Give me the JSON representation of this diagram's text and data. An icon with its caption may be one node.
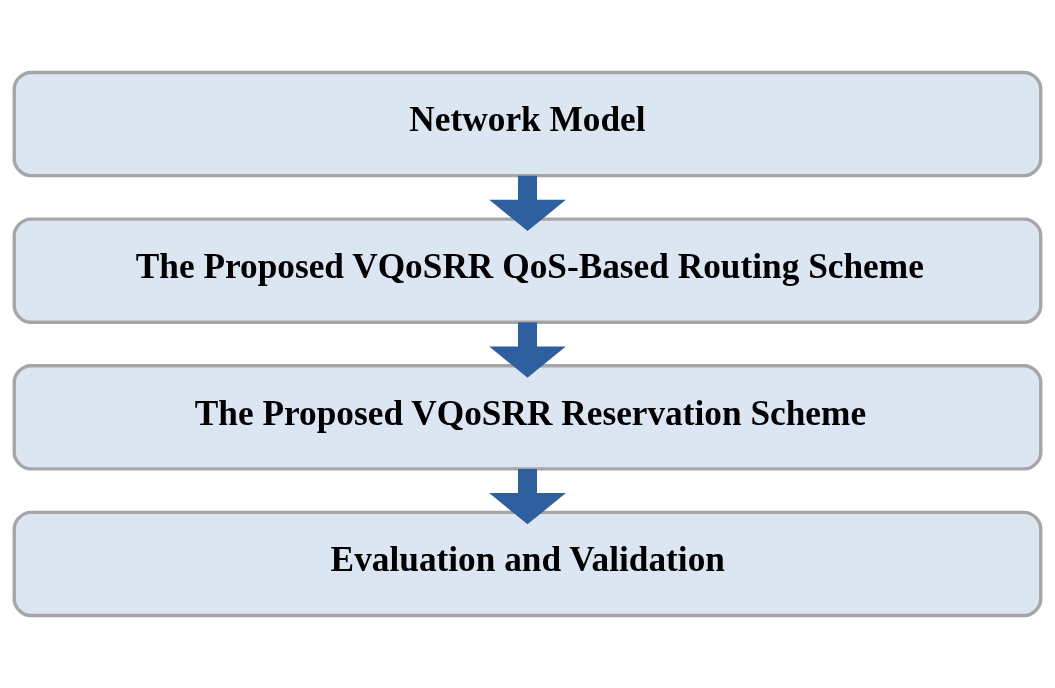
{
  "diagram": {
    "nodes": [
      {
        "text": [
          "Network Model"
        ]
      },
      {
        "text": [
          "The Proposed VQoSRR QoS-Based Routing Scheme"
        ]
      },
      {
        "text": [
          "The Proposed VQoSRR Reservation Scheme"
        ]
      },
      {
        "text": [
          "Evaluation and Validation"
        ]
      }
    ],
    "edges": [
      {
        "from": 0,
        "to": 1,
        "arrow": "to"
      },
      {
        "from": 1,
        "to": 2,
        "arrow": "to"
      },
      {
        "from": 2,
        "to": 3,
        "arrow": "to"
      }
    ]
  }
}
